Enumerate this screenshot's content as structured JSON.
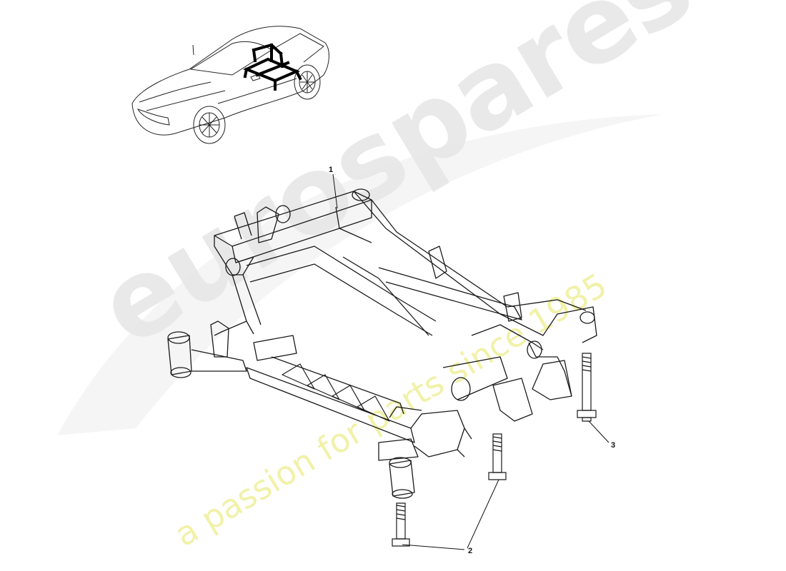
{
  "watermark": {
    "brand": "eurospares",
    "tagline": "a passion for parts since 1985",
    "brand_color": "#d8d8d8",
    "tagline_color": "#f3f3a8"
  },
  "callouts": [
    {
      "label": "1",
      "part": "subframe"
    },
    {
      "label": "2",
      "part": "bolt-pair"
    },
    {
      "label": "3",
      "part": "bolt-single"
    }
  ],
  "colors": {
    "line": "#1a1a1a",
    "highlight": "#000000"
  }
}
